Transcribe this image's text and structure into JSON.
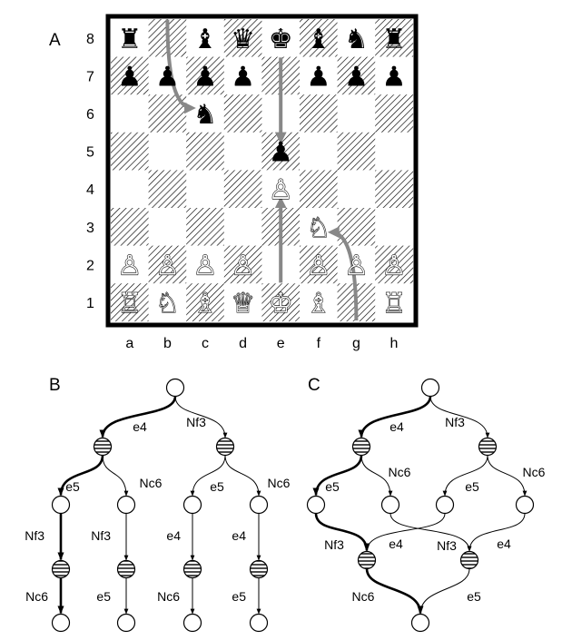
{
  "panels": {
    "a": "A",
    "b": "B",
    "c": "C"
  },
  "files": [
    "a",
    "b",
    "c",
    "d",
    "e",
    "f",
    "g",
    "h"
  ],
  "ranks": [
    "8",
    "7",
    "6",
    "5",
    "4",
    "3",
    "2",
    "1"
  ],
  "pieces": [
    {
      "square": "a8",
      "glyph": "♜",
      "color": "black",
      "name": "rook"
    },
    {
      "square": "c8",
      "glyph": "♝",
      "color": "black",
      "name": "bishop"
    },
    {
      "square": "d8",
      "glyph": "♛",
      "color": "black",
      "name": "queen"
    },
    {
      "square": "e8",
      "glyph": "♚",
      "color": "black",
      "name": "king"
    },
    {
      "square": "f8",
      "glyph": "♝",
      "color": "black",
      "name": "bishop"
    },
    {
      "square": "g8",
      "glyph": "♞",
      "color": "black",
      "name": "knight"
    },
    {
      "square": "h8",
      "glyph": "♜",
      "color": "black",
      "name": "rook"
    },
    {
      "square": "a7",
      "glyph": "♟",
      "color": "black",
      "name": "pawn"
    },
    {
      "square": "b7",
      "glyph": "♟",
      "color": "black",
      "name": "pawn"
    },
    {
      "square": "c7",
      "glyph": "♟",
      "color": "black",
      "name": "pawn"
    },
    {
      "square": "d7",
      "glyph": "♟",
      "color": "black",
      "name": "pawn"
    },
    {
      "square": "f7",
      "glyph": "♟",
      "color": "black",
      "name": "pawn"
    },
    {
      "square": "g7",
      "glyph": "♟",
      "color": "black",
      "name": "pawn"
    },
    {
      "square": "h7",
      "glyph": "♟",
      "color": "black",
      "name": "pawn"
    },
    {
      "square": "c6",
      "glyph": "♞",
      "color": "black",
      "name": "knight"
    },
    {
      "square": "e5",
      "glyph": "♟",
      "color": "black",
      "name": "pawn"
    },
    {
      "square": "e4",
      "glyph": "♙",
      "color": "white",
      "name": "pawn"
    },
    {
      "square": "f3",
      "glyph": "♘",
      "color": "white",
      "name": "knight"
    },
    {
      "square": "a2",
      "glyph": "♙",
      "color": "white",
      "name": "pawn"
    },
    {
      "square": "b2",
      "glyph": "♙",
      "color": "white",
      "name": "pawn"
    },
    {
      "square": "c2",
      "glyph": "♙",
      "color": "white",
      "name": "pawn"
    },
    {
      "square": "d2",
      "glyph": "♙",
      "color": "white",
      "name": "pawn"
    },
    {
      "square": "f2",
      "glyph": "♙",
      "color": "white",
      "name": "pawn"
    },
    {
      "square": "g2",
      "glyph": "♙",
      "color": "white",
      "name": "pawn"
    },
    {
      "square": "h2",
      "glyph": "♙",
      "color": "white",
      "name": "pawn"
    },
    {
      "square": "a1",
      "glyph": "♖",
      "color": "white",
      "name": "rook"
    },
    {
      "square": "b1",
      "glyph": "♘",
      "color": "white",
      "name": "knight"
    },
    {
      "square": "c1",
      "glyph": "♗",
      "color": "white",
      "name": "bishop"
    },
    {
      "square": "d1",
      "glyph": "♕",
      "color": "white",
      "name": "queen"
    },
    {
      "square": "e1",
      "glyph": "♔",
      "color": "white",
      "name": "king"
    },
    {
      "square": "f1",
      "glyph": "♗",
      "color": "white",
      "name": "bishop"
    },
    {
      "square": "h1",
      "glyph": "♖",
      "color": "white",
      "name": "rook"
    }
  ],
  "board_arrows": [
    {
      "from": "e2",
      "to": "e4",
      "shape": "straight"
    },
    {
      "from": "e7",
      "to": "e5",
      "shape": "straight"
    },
    {
      "from": "g1",
      "to": "f3",
      "shape": "curved"
    },
    {
      "from": "b8",
      "to": "c6",
      "shape": "curved"
    }
  ],
  "colors": {
    "arrow": "#888888",
    "hatch": "#000000",
    "board_border": "#000000"
  },
  "tree_b": {
    "edges": [
      {
        "label": "e4",
        "bold": true
      },
      {
        "label": "Nf3",
        "bold": false
      },
      {
        "label": "e5",
        "bold": true
      },
      {
        "label": "Nc6",
        "bold": false
      },
      {
        "label": "e5",
        "bold": false
      },
      {
        "label": "Nc6",
        "bold": false
      },
      {
        "label": "Nf3",
        "bold": true
      },
      {
        "label": "Nf3",
        "bold": false
      },
      {
        "label": "e4",
        "bold": false
      },
      {
        "label": "e4",
        "bold": false
      },
      {
        "label": "Nc6",
        "bold": true
      },
      {
        "label": "e5",
        "bold": false
      },
      {
        "label": "Nc6",
        "bold": false
      },
      {
        "label": "e5",
        "bold": false
      }
    ]
  },
  "graph_c": {
    "edges": [
      {
        "label": "e4",
        "bold": true
      },
      {
        "label": "Nf3",
        "bold": false
      },
      {
        "label": "e5",
        "bold": true
      },
      {
        "label": "Nc6",
        "bold": false
      },
      {
        "label": "e5",
        "bold": false
      },
      {
        "label": "Nc6",
        "bold": false
      },
      {
        "label": "Nf3",
        "bold": true
      },
      {
        "label": "e4",
        "bold": false
      },
      {
        "label": "Nf3",
        "bold": false
      },
      {
        "label": "e4",
        "bold": false
      },
      {
        "label": "Nc6",
        "bold": true
      },
      {
        "label": "e5",
        "bold": false
      }
    ]
  }
}
